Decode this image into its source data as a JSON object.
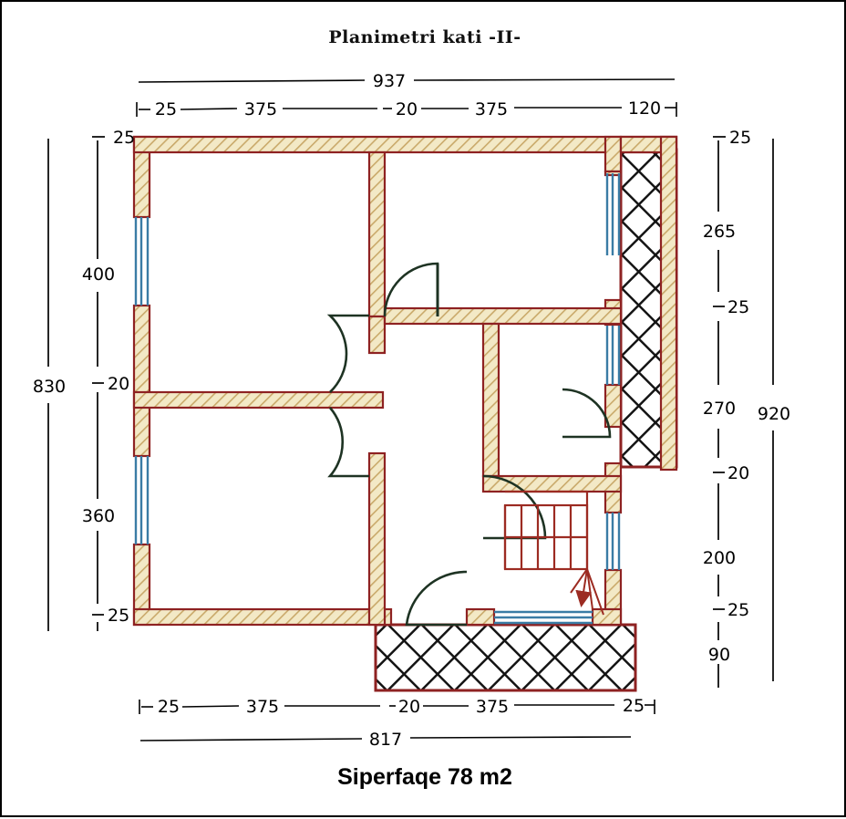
{
  "drawing": {
    "title": "Planimetri kati -II-",
    "caption": "Siperfaqe 78 m2"
  },
  "colors": {
    "wall_fill": "#f3e9c6",
    "wall_hatch": "#c9a96a",
    "wall_outline": "#8e2222",
    "window_blue": "#3a7ca5",
    "stair_red": "#9c2b22",
    "balcony_hatch": "#1a1a1a",
    "dimension_line": "#000000",
    "frame_border": "#000000"
  },
  "dimensions": {
    "top_overall": {
      "label": "937"
    },
    "top_chain": [
      {
        "label": "25"
      },
      {
        "label": "375"
      },
      {
        "label": "20"
      },
      {
        "label": "375"
      },
      {
        "label": "120"
      }
    ],
    "bottom_chain": [
      {
        "label": "25"
      },
      {
        "label": "375"
      },
      {
        "label": "20"
      },
      {
        "label": "375"
      },
      {
        "label": "25"
      }
    ],
    "bottom_overall": {
      "label": "817"
    },
    "left_overall": {
      "label": "830"
    },
    "left_chain": [
      {
        "label": "25"
      },
      {
        "label": "400"
      },
      {
        "label": "20"
      },
      {
        "label": "360"
      },
      {
        "label": "25"
      }
    ],
    "right_overall": {
      "label": "920"
    },
    "right_chain": [
      {
        "label": "25"
      },
      {
        "label": "265"
      },
      {
        "label": "25"
      },
      {
        "label": "270"
      },
      {
        "label": "20"
      },
      {
        "label": "200"
      },
      {
        "label": "25"
      },
      {
        "label": "90"
      }
    ]
  },
  "plan_elements": {
    "rooms": [
      {
        "name": "upper-left-room"
      },
      {
        "name": "lower-left-room"
      },
      {
        "name": "upper-right-room"
      },
      {
        "name": "central-hall"
      },
      {
        "name": "small-right-room"
      },
      {
        "name": "stair-hall"
      }
    ],
    "features": [
      {
        "name": "balcony-right"
      },
      {
        "name": "balcony-bottom"
      },
      {
        "name": "staircase"
      },
      {
        "name": "stair-direction-arrow"
      }
    ]
  }
}
